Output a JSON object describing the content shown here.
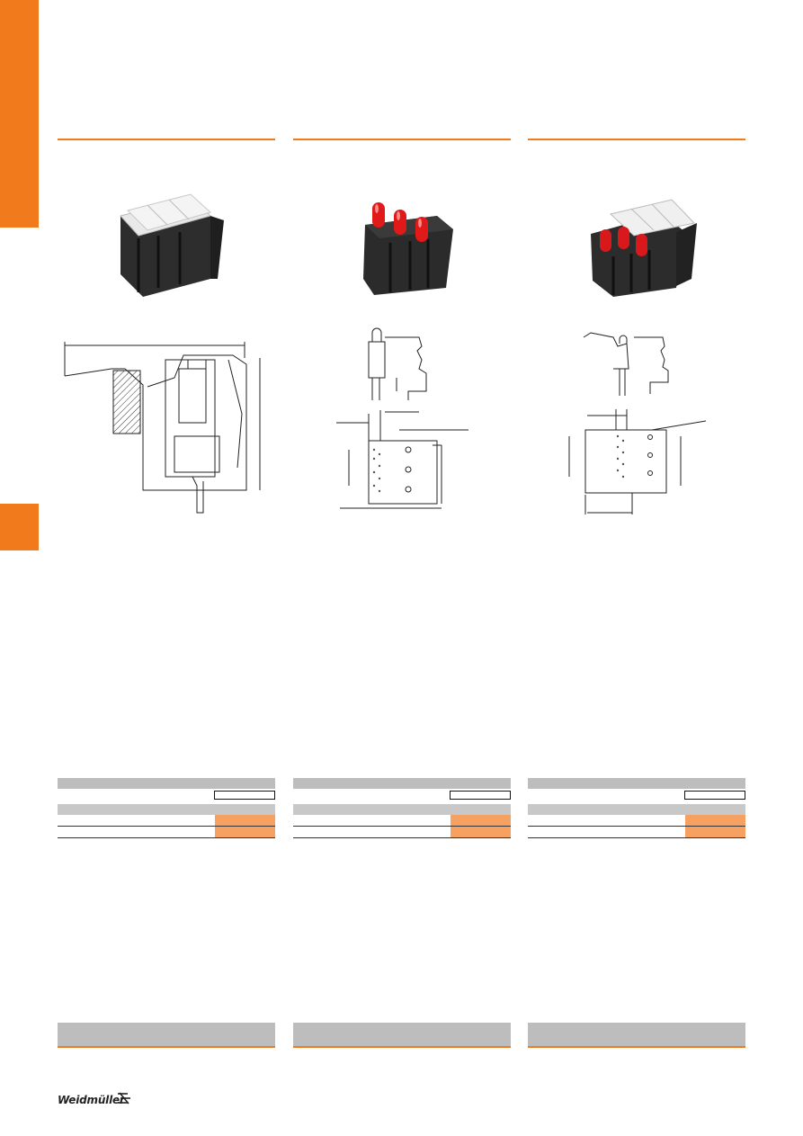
{
  "brand": {
    "name": "Weidmüller",
    "accent_color": "#f07a1c",
    "table_highlight": "#f6a061"
  },
  "columns": [
    {
      "id": "col1",
      "product_image": "pcb-terminal-marker-block-icon",
      "drawing": "side-section-drawing",
      "table": {
        "title": "",
        "rows": [
          "",
          ""
        ]
      },
      "footer": ""
    },
    {
      "id": "col2",
      "product_image": "led-holder-3-red-icon",
      "drawing": "led-holder-dimension-drawing",
      "table": {
        "title": "",
        "rows": [
          "",
          ""
        ]
      },
      "footer": ""
    },
    {
      "id": "col3",
      "product_image": "led-marker-holder-combo-icon",
      "drawing": "led-marker-dimension-drawing",
      "table": {
        "title": "",
        "rows": [
          "",
          ""
        ]
      },
      "footer": ""
    }
  ]
}
